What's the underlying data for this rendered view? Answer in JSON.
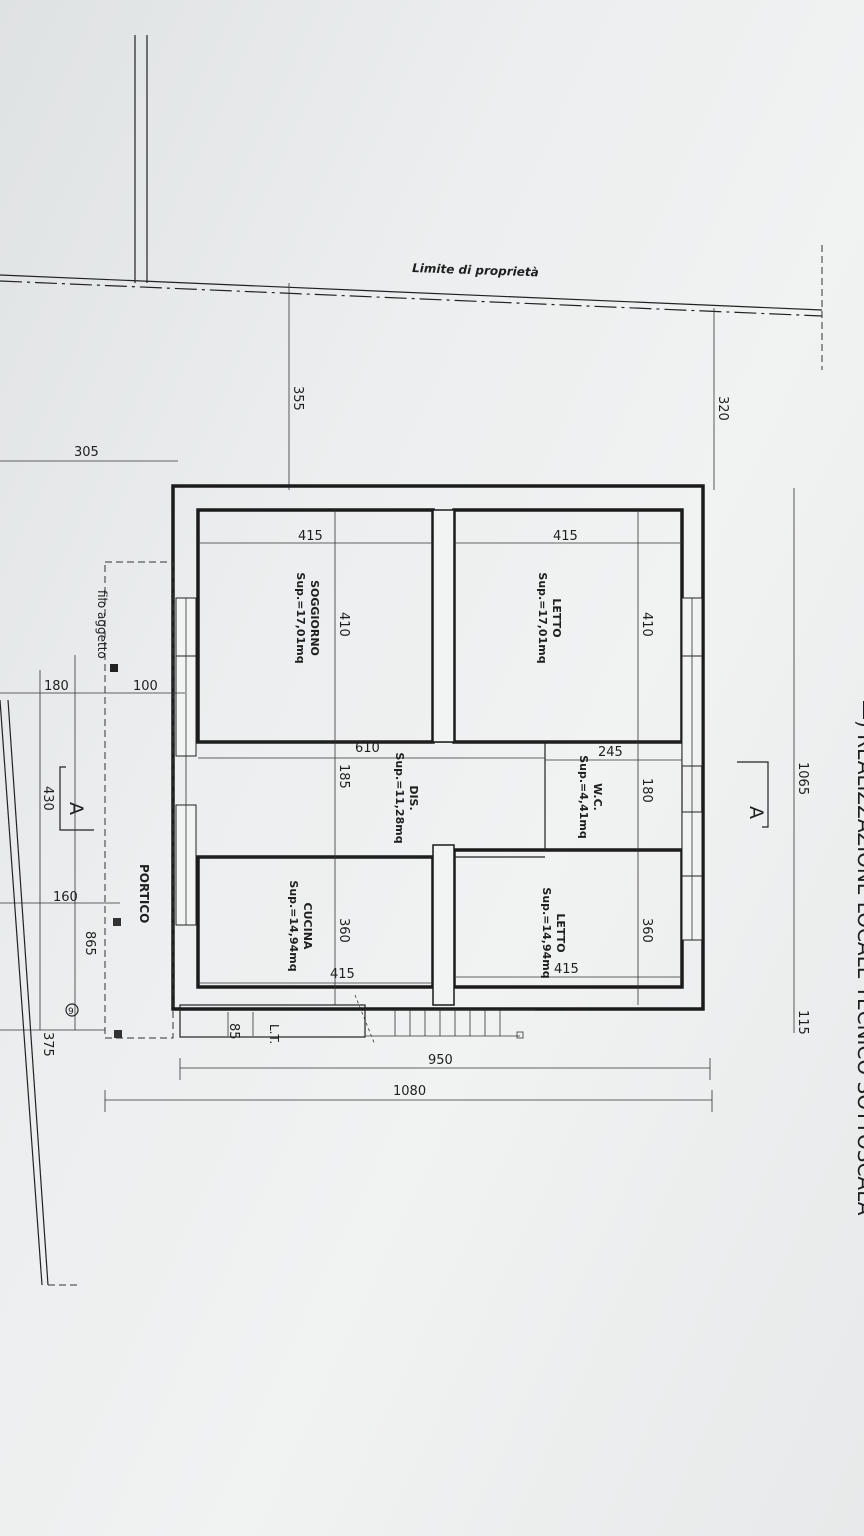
{
  "title_partial": "—) REALIZZAZIONE LOCALE TECNICO SOTTOSCALA",
  "property_limit_label": "Limite di proprietà",
  "section_marker": "A",
  "rooms": {
    "soggiorno": {
      "name": "SOGGIORNO",
      "area": "Sup.=17,01mq"
    },
    "letto1": {
      "name": "LETTO",
      "area": "Sup.=17,01mq"
    },
    "dis": {
      "name": "DIS.",
      "area": "Sup.=11,28mq"
    },
    "wc": {
      "name": "W.C.",
      "area": "Sup.=4,41mq"
    },
    "cucina": {
      "name": "CUCINA",
      "area": "Sup.=14,94mq"
    },
    "letto2": {
      "name": "LETTO",
      "area": "Sup.=14,94mq"
    }
  },
  "labels": {
    "portico": "PORTICO",
    "filo_aggetto": "filo aggetto",
    "lt": "L.T.",
    "circle_num": "9"
  },
  "dimensions": {
    "d305": "305",
    "d355": "355",
    "d320": "320",
    "d1065": "1065",
    "d115": "115",
    "d415a": "415",
    "d415b": "415",
    "d415c": "415",
    "d415d": "415",
    "d410a": "410",
    "d410b": "410",
    "d610": "610",
    "d245": "245",
    "d185": "185",
    "d180a": "180",
    "d180b": "180",
    "d100": "100",
    "d430": "430",
    "d160": "160",
    "d865": "865",
    "d360a": "360",
    "d360b": "360",
    "d375": "375",
    "d85": "85",
    "d950": "950",
    "d1080": "1080"
  }
}
